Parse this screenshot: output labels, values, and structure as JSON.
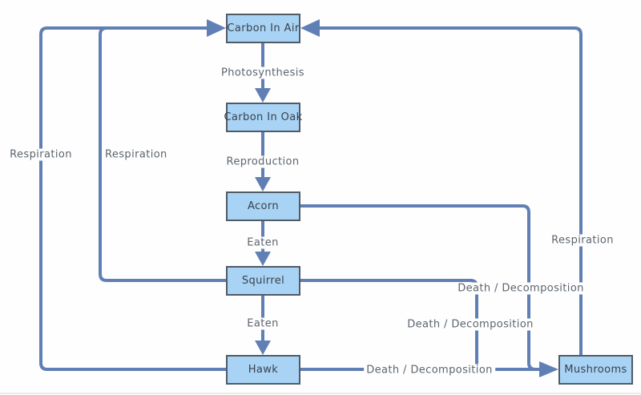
{
  "diagram": {
    "nodes": {
      "carbon_in_air": "Carbon In Air",
      "carbon_in_oak": "Carbon In Oak",
      "acorn": "Acorn",
      "squirrel": "Squirrel",
      "hawk": "Hawk",
      "mushrooms": "Mushrooms"
    },
    "edge_labels": {
      "photosynthesis": "Photosynthesis",
      "reproduction": "Reproduction",
      "eaten_acorn_squirrel": "Eaten",
      "eaten_squirrel_hawk": "Eaten",
      "respiration_hawk": "Respiration",
      "respiration_squirrel": "Respiration",
      "respiration_mushrooms": "Respiration",
      "death_acorn": "Death / Decomposition",
      "death_squirrel": "Death / Decomposition",
      "death_hawk": "Death / Decomposition"
    },
    "colors": {
      "node_fill": "#A8D3F5",
      "node_border": "#515B66",
      "connector": "#6080B5",
      "node_text": "#39414B",
      "label_text": "#5C646F"
    }
  }
}
